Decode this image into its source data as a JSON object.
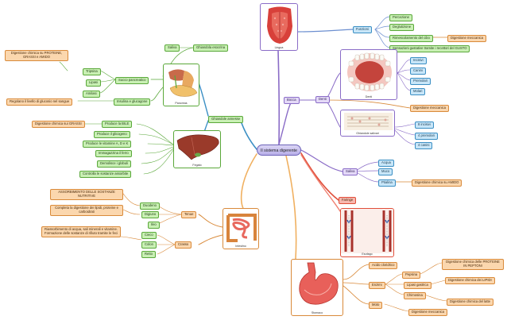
{
  "center": "Il sistema digerente",
  "lingua": {
    "caption": "Lingua",
    "funzioni": "Funzioni",
    "items": [
      "Percezione",
      "Deglutizione",
      "Rimescolamento del cibo",
      "Sensazioni gustative tramite i recettori del GUSTO"
    ],
    "mecc": "Digestione meccanica"
  },
  "bocca": "Bocca",
  "denti": {
    "label": "Denti",
    "caption": "Denti",
    "items": [
      "Incisivi",
      "Canini",
      "Premolari",
      "Molari"
    ],
    "mecc": "Digestione meccanica"
  },
  "gh_salivari": {
    "caption": "Ghiandole salivari",
    "items": [
      "8 incisivi",
      "4 premolari",
      "4 canini"
    ]
  },
  "saliva": {
    "label": "Saliva",
    "items": [
      "Acqua",
      "Muco",
      "Ptialina"
    ],
    "chim": "Digestione chimica su AMIDO"
  },
  "faringe": "Faringe",
  "esofago": {
    "caption": "Esofago"
  },
  "stomaco": {
    "caption": "Stomaco",
    "acido": "Acido cloridrico",
    "enzimi": "Enzimi",
    "pepsina": "Pepsina",
    "pepsina_desc": "Digestione chimica delle PROTEINE IN PEPTONI",
    "lipasi": "Lipasi gastrica",
    "lipasi_desc": "Digestione chimica dei LIPIDI",
    "chimosina": "Chimosina",
    "chimo_desc": "Digestione chimica del latte",
    "moto": "Moto",
    "mecc": "Digestione meccanica"
  },
  "intestino": {
    "caption": "Intestino",
    "tenue": "Tenue",
    "duodeno": "Duodeno",
    "digiuno": "Digiuno",
    "ileo": "Ileo",
    "tenue_desc1": "ASSORBIMENTO DELLE SOSTANZE NUTRITIVE",
    "tenue_desc2": "Completa la digestione dei lipidi, proteine e carboidrati",
    "crasso": "Crasso",
    "cieco": "Cieco",
    "colon": "Colon",
    "retto": "Retto",
    "crasso_desc": "Riassorbimento di acqua, sali minerali e vitamine. Formazione delle sostanze di rifiuto tramite le feci"
  },
  "ghiandole_annesse": "Ghiandole annesse",
  "pancreas": {
    "caption": "Pancreas",
    "ghiandola": "Ghiandola esocrina",
    "saliva": "Saliva",
    "succo": "Succo pancreatico",
    "tripsina": "Tripsina",
    "lipasi": "Lipasi",
    "amilasi": "Amilasi",
    "digest": "Digestione chimica su PROTEINE, GRASSI e AMIDO",
    "insulina": "Insulina e glucagone",
    "regola": "Regolano il livello di glucosio nel sangue"
  },
  "fegato": {
    "caption": "Fegato",
    "items": [
      "Produce la BILE",
      "Produce il glicogeno",
      "Produce le vitamine A, D e K",
      "Immagazzina il ferro",
      "Demolisce i globuli",
      "Controlla le sostanze assorbite"
    ],
    "bile_desc": "Digestione chimica sui GRASSI"
  },
  "colors": {
    "green": "#5aa83a",
    "blue": "#3b8fc4",
    "orange": "#d98a3a",
    "purple": "#8a6cc7",
    "red": "#e04e3a"
  }
}
